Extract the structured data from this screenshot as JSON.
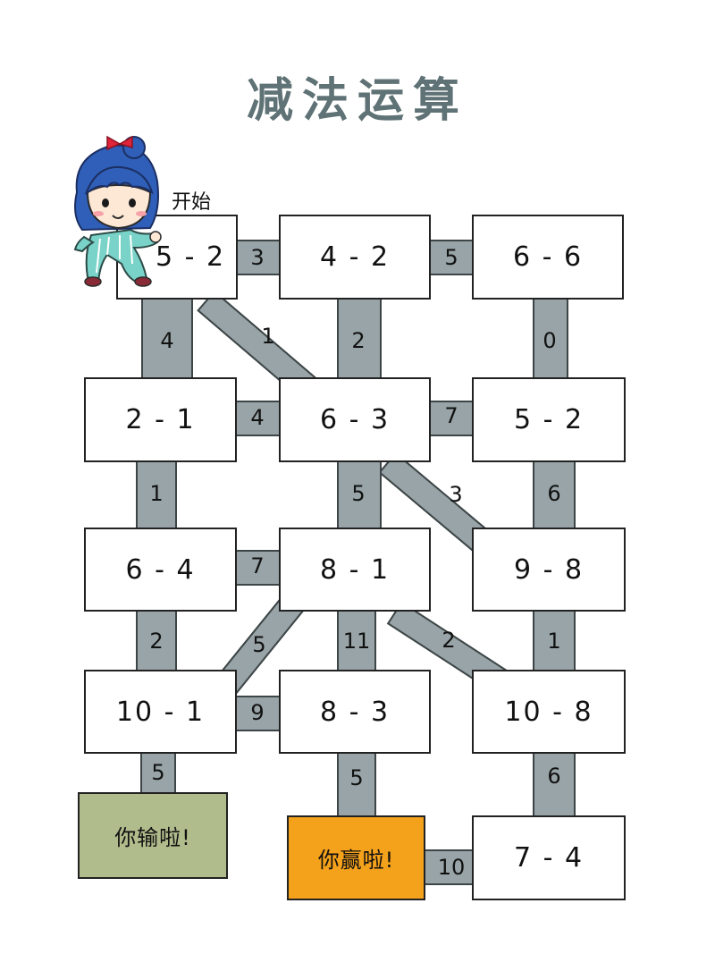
{
  "title": "减法运算",
  "start_label": "开始",
  "boxes": {
    "b00": "5 - 2",
    "b01": "4 - 2",
    "b02": "6 - 6",
    "b10": "2 - 1",
    "b11": "6 - 3",
    "b12": "5 - 2",
    "b20": "6 - 4",
    "b21": "8 - 1",
    "b22": "9 - 8",
    "b30": "10 - 1",
    "b31": "8 - 3",
    "b32": "10 - 8",
    "b42": "7 - 4",
    "lose": "你输啦!",
    "win": "你赢啦!"
  },
  "paths": {
    "h00": "3",
    "h01": "5",
    "h10": "4",
    "h11": "7",
    "h20": "7",
    "h30": "9",
    "hwin": "10",
    "v00": "4",
    "v01": "2",
    "v02": "0",
    "v10": "1",
    "v11": "5",
    "v12": "6",
    "v20": "2",
    "v21": "11",
    "v22": "1",
    "v30": "5",
    "v31": "5",
    "v32": "6",
    "d1": "1",
    "d2": "3",
    "d3": "5",
    "d4": "2"
  },
  "colors": {
    "path": "#98a4a7",
    "lose": "#b1bc8c",
    "win": "#f4a11b",
    "title": "#5f7275"
  },
  "icons": [
    "girl-character"
  ]
}
